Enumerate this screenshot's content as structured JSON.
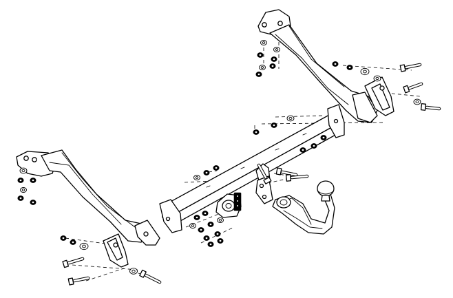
{
  "diagram": {
    "colors": {
      "line": "#000000",
      "background": "#ffffff"
    },
    "parts": [
      "right-side-arm",
      "left-side-arm",
      "main-crossbar",
      "tow-ball-neck",
      "socket-plate",
      "mounting-bolts",
      "nuts",
      "washers"
    ]
  }
}
